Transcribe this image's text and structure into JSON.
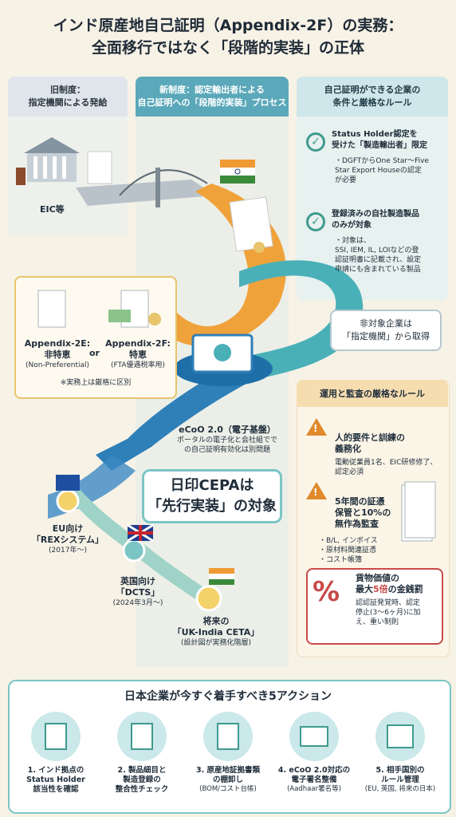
{
  "title": {
    "line1": "インド原産地自己証明（Appendix-2F）の実務：",
    "line2": "全面移行ではなく「段階的実装」の正体"
  },
  "columns": {
    "old": "旧制度：\n指定機関による発給",
    "new": "新制度：認定輸出者による\n自己証明への「段階的実装」プロセス",
    "requirements": "自己証明ができる企業の\n条件と厳格なルール"
  },
  "old_system": {
    "label": "EIC等"
  },
  "appendix": {
    "e_title": "Appendix-2E:",
    "e_sub": "非特恵",
    "e_en": "(Non-Preferential)",
    "or": "or",
    "f_title": "Appendix-2F:",
    "f_sub": "特恵",
    "f_en": "(FTA優遇税率用)",
    "note": "※実務上は厳格に区別"
  },
  "ecoo": {
    "title": "eCoO 2.0（電子基盤）",
    "desc": "ポータルの電子化と会社組でで\nの自己証明有効化は別問題"
  },
  "non_target": {
    "line1": "非対象企業は",
    "line2": "「指定機関」から取得"
  },
  "ceca": {
    "line1": "日印CEPAは",
    "line2": "「先行実装」の対象"
  },
  "timeline": [
    {
      "label": "EU向け\n「REXシステム」",
      "sub": "(2017年〜)"
    },
    {
      "label": "英国向け\n「DCTS」",
      "sub": "(2024年3月〜)"
    },
    {
      "label": "将来の\n「UK-India CETA」",
      "sub": "(設計図が実務化階層)"
    }
  ],
  "requirements": [
    {
      "title": "Status Holder認定を\n受けた「製造輸出者」限定",
      "detail": "・DGFTからOne Star〜Five\n  Star Export Houseの認定\n  が必要"
    },
    {
      "title": "登録済みの自社製造製品\nのみが対象",
      "detail": "・対象は、\n  SSI, IEM, IL, LOIなどの登\n  認証明書に記載され、設定\n  申請にも含まれている製品"
    }
  ],
  "rules": {
    "header": "運用と監査の厳格なルール",
    "items": [
      {
        "title": "人的要件と訓練の\n義務化",
        "detail": "電動従業員1名、EIC研修修了、\n認定必須"
      },
      {
        "title": "5年間の証憑\n保管と10%の\n無作為監査",
        "detail": "・B/L, インボイス\n・原材料関連証憑\n・コスト帳簿"
      }
    ],
    "penalty": {
      "symbol": "%",
      "title1": "貨物価値の",
      "title2a": "最大",
      "title2b": "5倍",
      "title2c": "の金銭罰",
      "detail": "認認証発覚時、認定\n停止(3〜6ヶ月)に加\nえ、重い制則"
    }
  },
  "actions": {
    "title": "日本企業が今すぐ着手すべき5アクション",
    "items": [
      {
        "title": "1. インド拠点の\nStatus Holder\n該当性を確認",
        "sub": ""
      },
      {
        "title": "2. 製品細目と\n製造登録の\n整合性チェック",
        "sub": ""
      },
      {
        "title": "3. 原産地証拠書類\nの棚卸し",
        "sub": "(BOM/コスト台帳)"
      },
      {
        "title": "4. eCoO 2.0対応の\n電子署名整備",
        "sub": "(Aadhaar署名等)"
      },
      {
        "title": "5. 相手国別の\nルール管理",
        "sub": "(EU, 英国, 将来の日本)"
      }
    ]
  },
  "colors": {
    "teal": "#5aa8b9",
    "orange": "#e08a2c",
    "red": "#c94a4a",
    "gold": "#e8c46c"
  }
}
